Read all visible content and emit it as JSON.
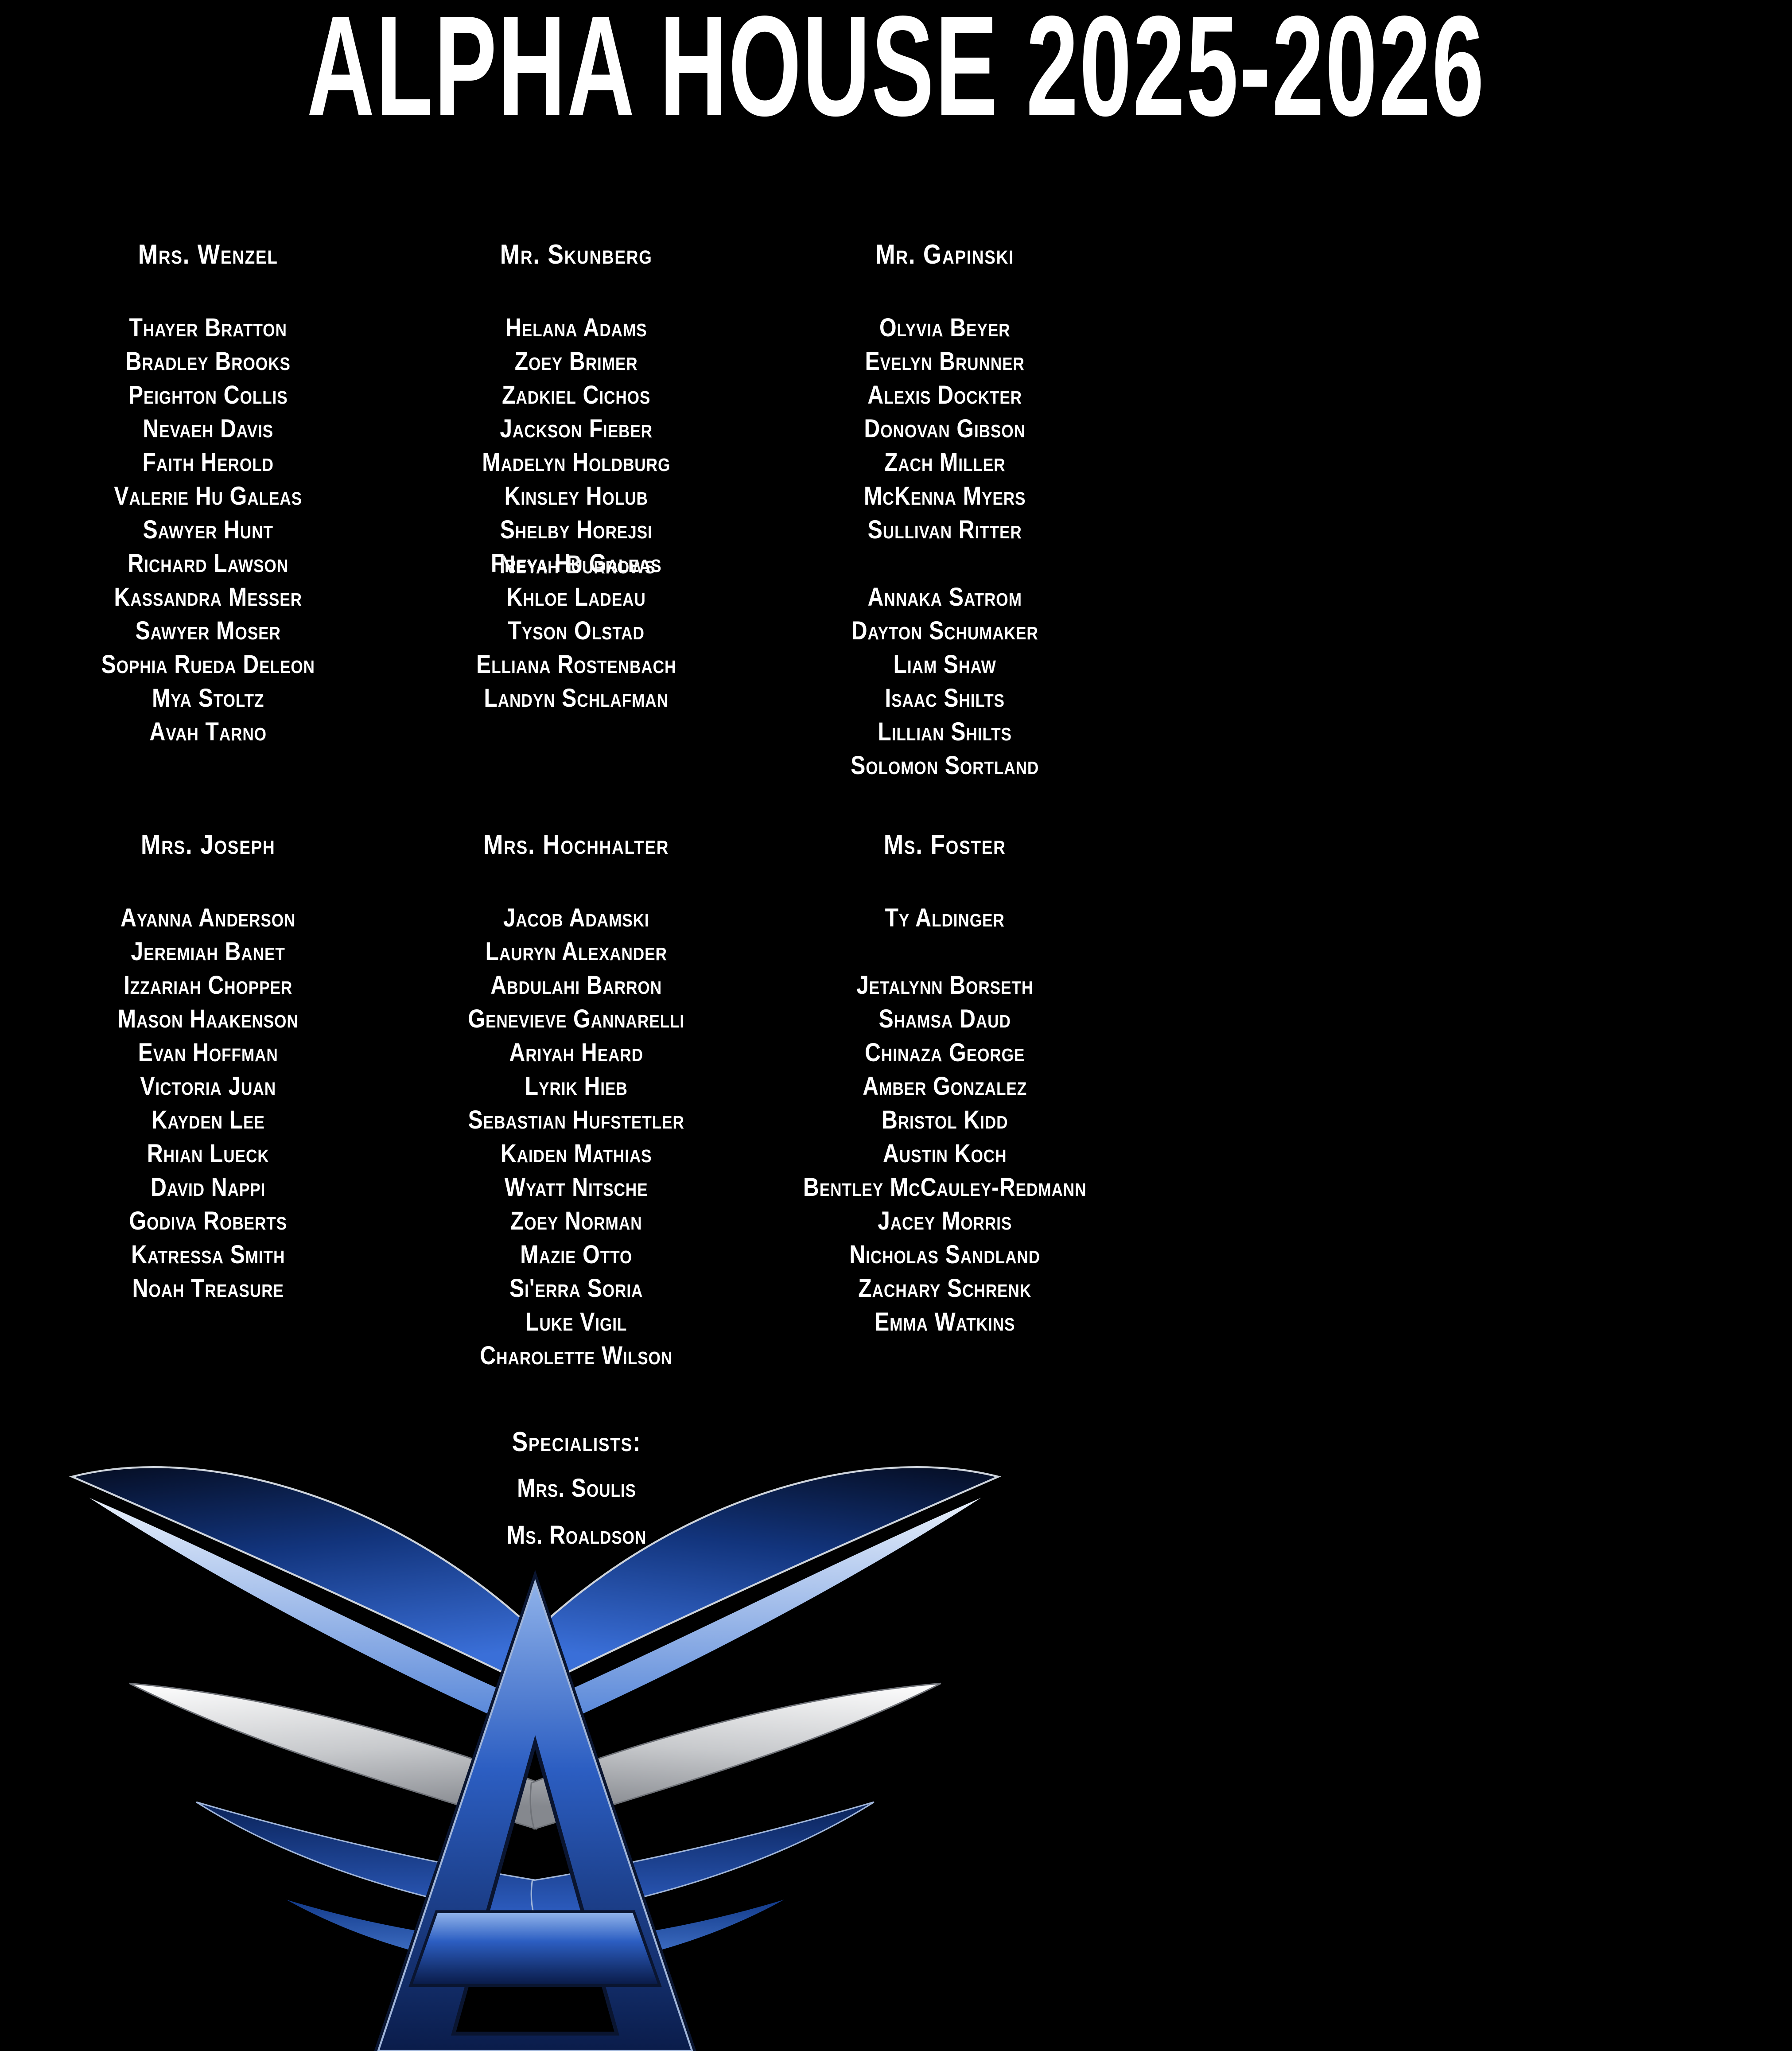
{
  "theme": {
    "bg": "#000000",
    "fg": "#ffffff",
    "logo-navy": "#050d22",
    "logo-blue": "#2e5fc4",
    "logo-light-blue": "#9fc0f0",
    "logo-silver": "#c7c9cc",
    "logo-white": "#ffffff"
  },
  "title": "ALPHA HOUSE 2025-2026",
  "groups": [
    {
      "teacher": "Mrs. Wenzel",
      "students": [
        "Thayer Bratton",
        "Bradley Brooks",
        "Peighton Collis",
        "Nevaeh Davis",
        "Faith Herold",
        "Valerie Hu Galeas",
        "Sawyer Hunt",
        "Richard Lawson",
        "Kassandra Messer",
        "Sawyer Moser",
        "Sophia Rueda Deleon",
        "Mya Stoltz",
        "Avah Tarno"
      ]
    },
    {
      "teacher": "Mr. Skunberg",
      "students": [
        "Helana Adams",
        "Zoey Brimer",
        "Zadkiel Cichos",
        "Jackson Fieber",
        "Madelyn Holdburg",
        "Kinsley Holub",
        "Shelby Horejsi",
        {
          "overlap": [
            "Freya Hu Galeas",
            "Neyah Burrows"
          ]
        },
        "Khloe Ladeau",
        "Tyson Olstad",
        "Elliana Rostenbach",
        "Landyn Schlafman"
      ]
    },
    {
      "teacher": "Mr. Gapinski",
      "students": [
        "Olyvia Beyer",
        "Evelyn Brunner",
        "Alexis Dockter",
        "Donovan Gibson",
        "Zach Miller",
        "McKenna Myers",
        "Sullivan Ritter",
        "",
        "Annaka Satrom",
        "Dayton Schumaker",
        "Liam Shaw",
        "Isaac Shilts",
        "Lillian Shilts",
        "Solomon Sortland"
      ]
    },
    {
      "teacher": "Mrs. Joseph",
      "students": [
        "Ayanna Anderson",
        "Jeremiah Banet",
        "Izzariah Chopper",
        "Mason Haakenson",
        "Evan Hoffman",
        "Victoria Juan",
        "Kayden Lee",
        "Rhian Lueck",
        "David Nappi",
        "Godiva Roberts",
        "Katressa Smith",
        "Noah Treasure"
      ]
    },
    {
      "teacher": "Mrs. Hochhalter",
      "students": [
        "Jacob Adamski",
        "Lauryn Alexander",
        "Abdulahi Barron",
        "Genevieve Gannarelli",
        "Ariyah Heard",
        "Lyrik Hieb",
        "Sebastian Hufstetler",
        "Kaiden Mathias",
        "Wyatt Nitsche",
        "Zoey Norman",
        "Mazie Otto",
        "Si'erra Soria",
        "Luke Vigil",
        "Charolette Wilson"
      ]
    },
    {
      "teacher": "Ms. Foster",
      "students": [
        "Ty Aldinger",
        "",
        "Jetalynn Borseth",
        "Shamsa Daud",
        "Chinaza George",
        "Amber Gonzalez",
        "Bristol Kidd",
        "Austin Koch",
        "Bentley McCauley-Redmann",
        "Jacey Morris",
        "Nicholas Sandland",
        "Zachary Schrenk",
        "Emma Watkins"
      ]
    }
  ],
  "specialists": {
    "heading": "Specialists:",
    "names": [
      "Mrs. Soulis",
      "Ms. Roaldson"
    ]
  }
}
